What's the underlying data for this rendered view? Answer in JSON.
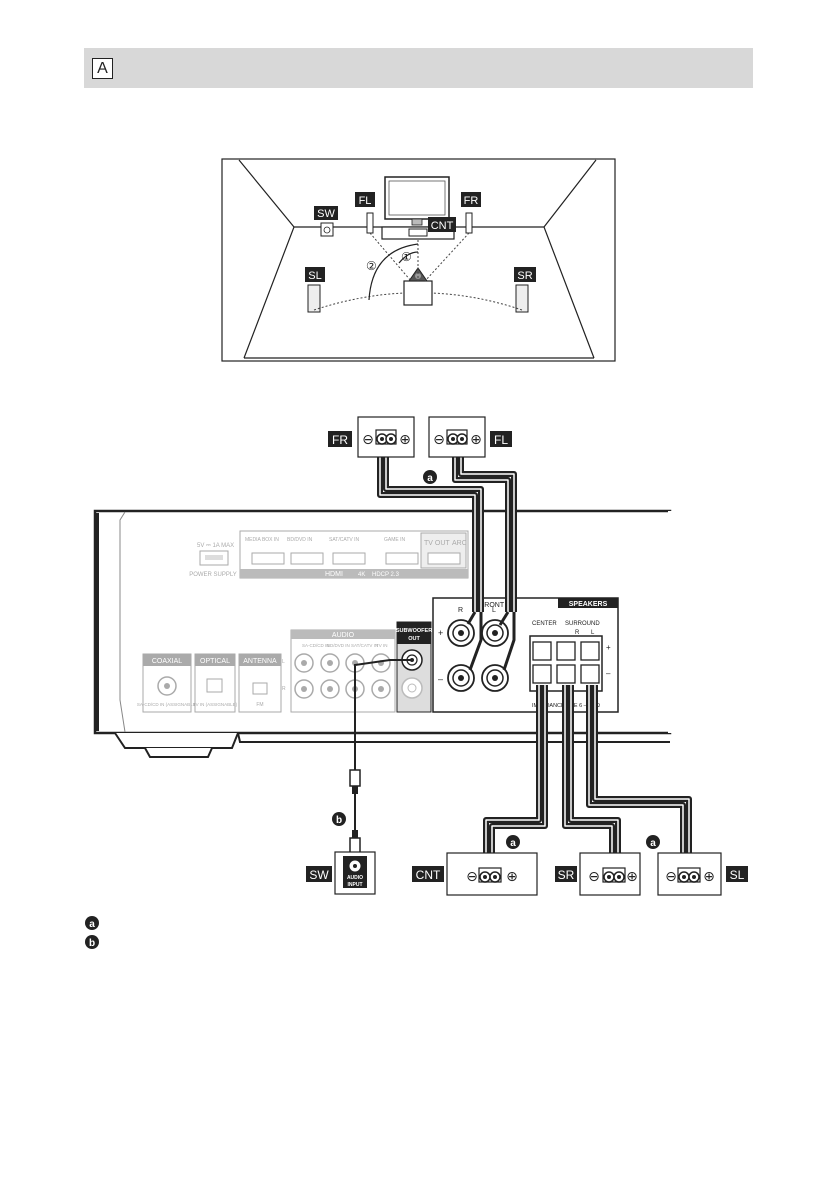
{
  "section": {
    "label": "A"
  },
  "room": {
    "labels": {
      "sw": "SW",
      "fl": "FL",
      "fr": "FR",
      "cnt": "CNT",
      "sl": "SL",
      "sr": "SR"
    },
    "angle_marks": {
      "one": "①",
      "two": "②"
    }
  },
  "tags": {
    "fr": "FR",
    "fl": "FL",
    "sw": "SW",
    "cnt": "CNT",
    "sr": "SR",
    "sl": "SL"
  },
  "cable_marks": {
    "a": "a",
    "b": "b"
  },
  "terminal_signs": {
    "minus": "⊖",
    "plus": "⊕"
  },
  "receiver": {
    "usb": {
      "rating": "5V ⎓ 1A MAX",
      "label": "POWER SUPPLY"
    },
    "hdmi": {
      "title": "HDMI",
      "badge1": "4K",
      "badge2": "HDCP 2.3",
      "ports": [
        "MEDIA BOX IN",
        "BD/DVD IN",
        "SAT/CATV IN",
        "GAME IN"
      ],
      "tv_out": "TV OUT",
      "arc": "ARC"
    },
    "coaxial": {
      "title": "COAXIAL",
      "sub": "SA-CD/CD IN (ASSIGNABLE)"
    },
    "optical": {
      "title": "OPTICAL",
      "sub": "TV IN (ASSIGNABLE)"
    },
    "antenna": {
      "title": "ANTENNA",
      "sub": "FM"
    },
    "audio": {
      "title": "AUDIO",
      "inputs": [
        "SA-CD/CD IN",
        "BD/DVD IN",
        "SAT/CATV IN",
        "TV IN"
      ],
      "l": "L",
      "r": "R"
    },
    "subwoofer": {
      "line1": "SUBWOOFER",
      "line2": "OUT"
    },
    "speakers": {
      "title": "SPEAKERS",
      "front": "FRONT",
      "r": "R",
      "l": "L",
      "center": "CENTER",
      "surround": "SURROUND",
      "plus": "+",
      "minus": "–",
      "impedance": "IMPEDANCE USE 6 – 16 Ω"
    }
  },
  "sub_input": {
    "line1": "AUDIO",
    "line2": "INPUT"
  }
}
